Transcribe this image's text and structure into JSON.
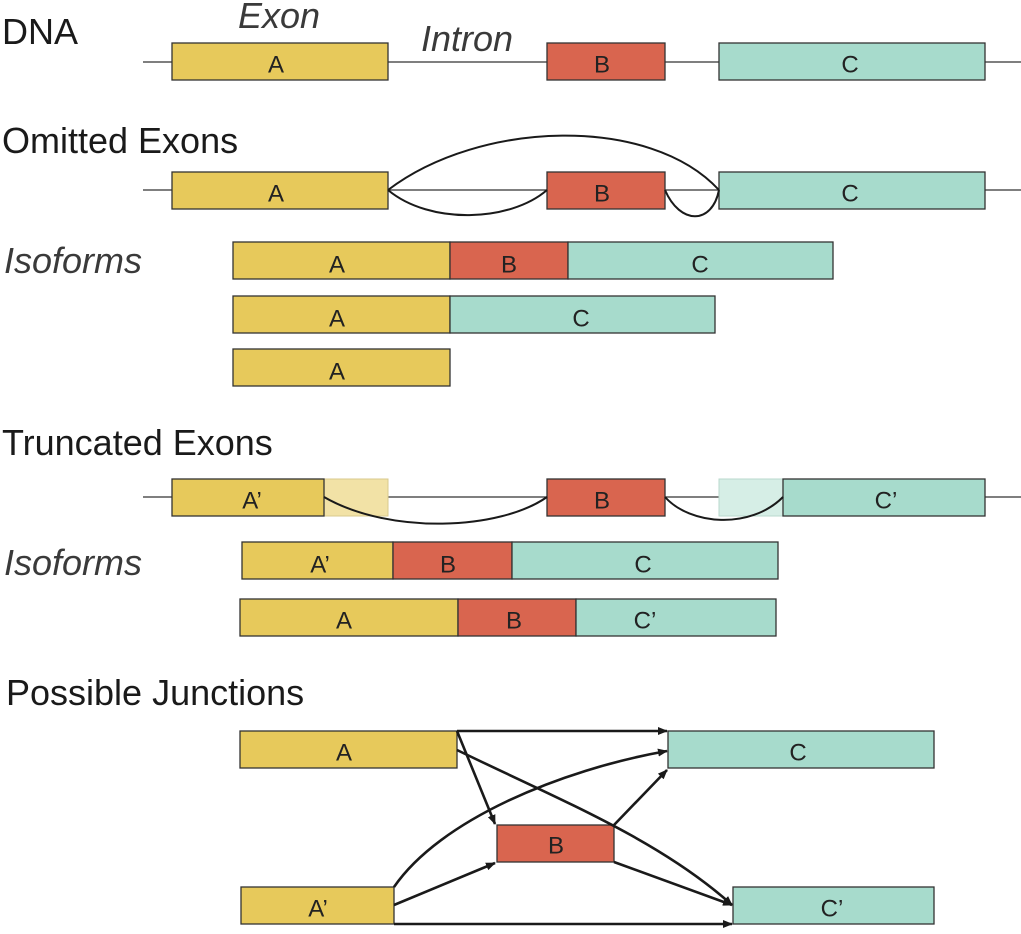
{
  "colors": {
    "exon_a": "#E7C95B",
    "exon_b": "#D9654F",
    "exon_c": "#A7DBCC",
    "exon_a_faded": "#F2E2A6",
    "exon_c_faded": "#D6EEE6"
  },
  "headings": {
    "dna": "DNA",
    "omitted": "Omitted Exons",
    "truncated": "Truncated Exons",
    "junctions": "Possible Junctions"
  },
  "labels": {
    "exon": "Exon",
    "intron": "Intron",
    "isoforms_1": "Isoforms",
    "isoforms_2": "Isoforms"
  },
  "exons": {
    "a": "A",
    "b": "B",
    "c": "C",
    "a_prime": "A’",
    "c_prime": "C’"
  },
  "dna_row": [
    "A",
    "B",
    "C"
  ],
  "omitted_row": [
    "A",
    "B",
    "C"
  ],
  "omitted_isoforms": [
    [
      "A",
      "B",
      "C"
    ],
    [
      "A",
      "C"
    ],
    [
      "A"
    ]
  ],
  "truncated_row": [
    "A’",
    "B",
    "C’"
  ],
  "truncated_isoforms": [
    [
      "A’",
      "B",
      "C"
    ],
    [
      "A",
      "B",
      "C’"
    ]
  ],
  "junctions": {
    "nodes": [
      "A",
      "A’",
      "B",
      "C",
      "C’"
    ],
    "edges": [
      [
        "A",
        "C"
      ],
      [
        "A",
        "B"
      ],
      [
        "A",
        "C’"
      ],
      [
        "A’",
        "C"
      ],
      [
        "A’",
        "B"
      ],
      [
        "A’",
        "C’"
      ],
      [
        "B",
        "C"
      ],
      [
        "B",
        "C’"
      ]
    ]
  }
}
